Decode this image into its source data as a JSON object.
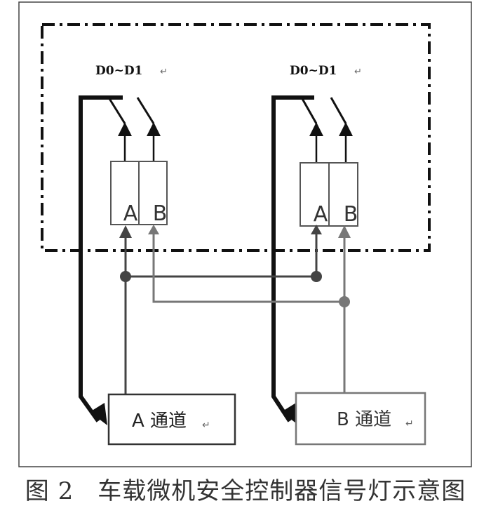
{
  "labels": {
    "left_bus": "D0~D1",
    "right_bus": "D0~D1",
    "mark": "↵"
  },
  "modules": {
    "left": {
      "a": "A",
      "b": "B"
    },
    "right": {
      "a": "A",
      "b": "B"
    }
  },
  "channels": {
    "a": "A 通道",
    "b": "B 通道"
  },
  "caption": {
    "number": "图 2",
    "title": "车载微机安全控制器信号灯示意图"
  },
  "colors": {
    "black_line": "#111111",
    "dark_line": "#333333",
    "gray_line": "#777777",
    "box_stroke": "#444444",
    "channel_stroke": "#333333"
  }
}
